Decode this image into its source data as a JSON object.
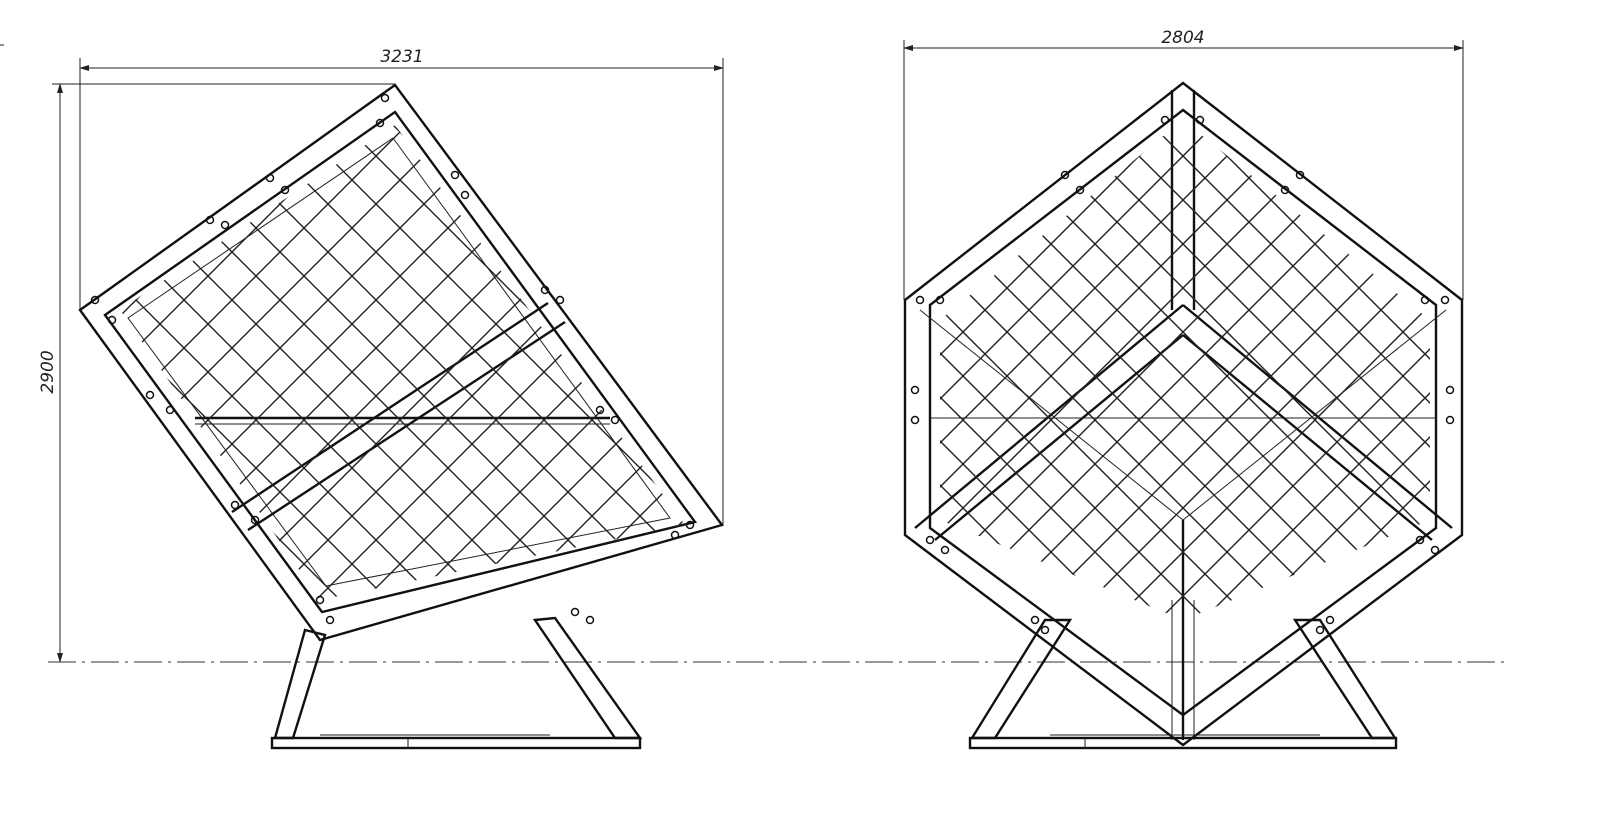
{
  "drawing": {
    "left_view": {
      "width_dimension": "3231",
      "height_dimension": "2900"
    },
    "right_view": {
      "width_dimension": "2804"
    }
  }
}
